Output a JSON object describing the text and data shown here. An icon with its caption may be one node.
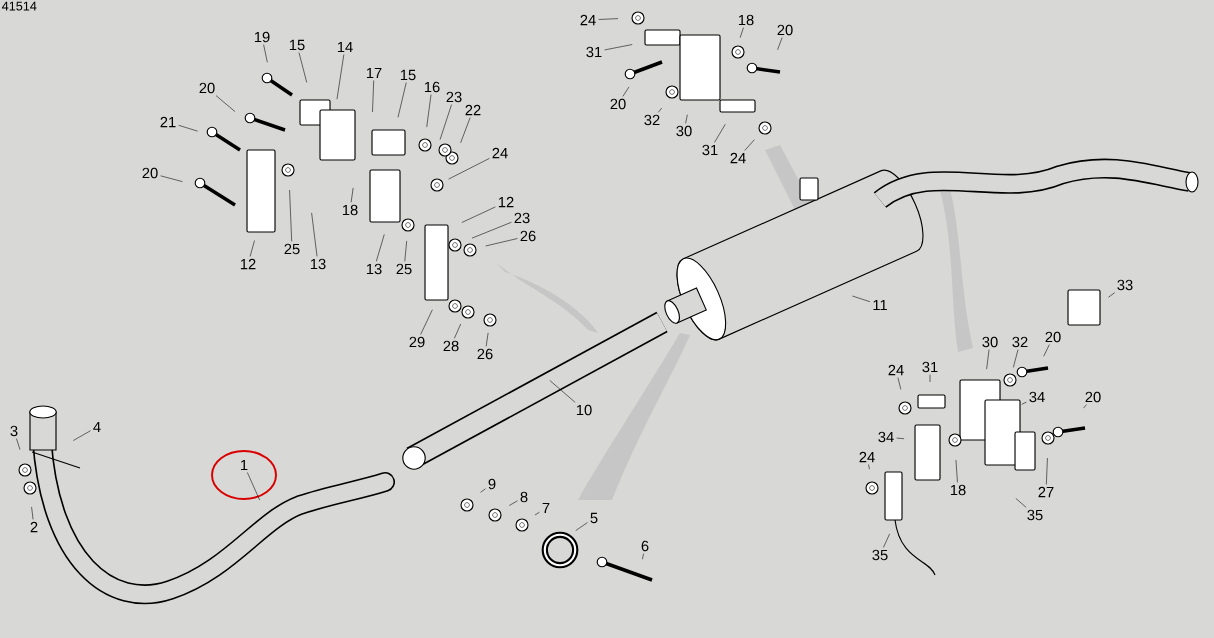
{
  "diagram": {
    "nodes": [
      {
        "text": [
          "19"
        ]
      },
      {
        "text": [
          "15"
        ]
      },
      {
        "text": [
          "14"
        ]
      },
      {
        "text": [
          "17"
        ]
      },
      {
        "text": [
          "15"
        ]
      },
      {
        "text": [
          "16"
        ]
      },
      {
        "text": [
          "23"
        ]
      },
      {
        "text": [
          "22"
        ]
      },
      {
        "text": [
          "20"
        ]
      },
      {
        "text": [
          "21"
        ]
      },
      {
        "text": [
          "20"
        ]
      },
      {
        "text": [
          "24"
        ]
      },
      {
        "text": [
          "12"
        ]
      },
      {
        "text": [
          "25"
        ]
      },
      {
        "text": [
          "13"
        ]
      },
      {
        "text": [
          "18"
        ]
      },
      {
        "text": [
          "13"
        ]
      },
      {
        "text": [
          "25"
        ]
      },
      {
        "text": [
          "12"
        ]
      },
      {
        "text": [
          "23"
        ]
      },
      {
        "text": [
          "26"
        ]
      },
      {
        "text": [
          "29"
        ]
      },
      {
        "text": [
          "28"
        ]
      },
      {
        "text": [
          "26"
        ]
      },
      {
        "text": [
          "10"
        ]
      },
      {
        "text": [
          "11"
        ]
      },
      {
        "text": [
          "9"
        ]
      },
      {
        "text": [
          "8"
        ]
      },
      {
        "text": [
          "7"
        ]
      },
      {
        "text": [
          "5"
        ]
      },
      {
        "text": [
          "6"
        ]
      },
      {
        "text": [
          "1"
        ]
      },
      {
        "text": [
          "3"
        ]
      },
      {
        "text": [
          "4"
        ]
      },
      {
        "text": [
          "2"
        ]
      },
      {
        "text": [
          "24"
        ]
      },
      {
        "text": [
          "31"
        ]
      },
      {
        "text": [
          "18"
        ]
      },
      {
        "text": [
          "20"
        ]
      },
      {
        "text": [
          "20"
        ]
      },
      {
        "text": [
          "32"
        ]
      },
      {
        "text": [
          "30"
        ]
      },
      {
        "text": [
          "31"
        ]
      },
      {
        "text": [
          "24"
        ]
      },
      {
        "text": [
          "33"
        ]
      },
      {
        "text": [
          "30"
        ]
      },
      {
        "text": [
          "32"
        ]
      },
      {
        "text": [
          "20"
        ]
      },
      {
        "text": [
          "31"
        ]
      },
      {
        "text": [
          "24"
        ]
      },
      {
        "text": [
          "34"
        ]
      },
      {
        "text": [
          "20"
        ]
      },
      {
        "text": [
          "34"
        ]
      },
      {
        "text": [
          "18"
        ]
      },
      {
        "text": [
          "27"
        ]
      },
      {
        "text": [
          "24"
        ]
      },
      {
        "text": [
          "35"
        ]
      },
      {
        "text": [
          "35"
        ]
      }
    ],
    "edges": [
      {
        "from": 0,
        "to": null,
        "arrow": "none"
      },
      {
        "from": 1,
        "to": null,
        "arrow": "none"
      },
      {
        "from": 2,
        "to": null,
        "arrow": "none"
      },
      {
        "from": 3,
        "to": null,
        "arrow": "none"
      },
      {
        "from": 4,
        "to": null,
        "arrow": "none"
      },
      {
        "from": 5,
        "to": null,
        "arrow": "none"
      },
      {
        "from": 6,
        "to": null,
        "arrow": "none"
      },
      {
        "from": 7,
        "to": null,
        "arrow": "none"
      },
      {
        "from": 8,
        "to": null,
        "arrow": "none"
      },
      {
        "from": 9,
        "to": null,
        "arrow": "none"
      },
      {
        "from": 10,
        "to": null,
        "arrow": "none"
      },
      {
        "from": 11,
        "to": null,
        "arrow": "none"
      },
      {
        "from": 12,
        "to": null,
        "arrow": "none"
      },
      {
        "from": 13,
        "to": null,
        "arrow": "none"
      },
      {
        "from": 14,
        "to": null,
        "arrow": "none"
      },
      {
        "from": 15,
        "to": null,
        "arrow": "none"
      },
      {
        "from": 16,
        "to": null,
        "arrow": "none"
      },
      {
        "from": 17,
        "to": null,
        "arrow": "none"
      },
      {
        "from": 18,
        "to": null,
        "arrow": "none"
      },
      {
        "from": 19,
        "to": null,
        "arrow": "none"
      },
      {
        "from": 20,
        "to": null,
        "arrow": "none"
      },
      {
        "from": 21,
        "to": null,
        "arrow": "none"
      },
      {
        "from": 22,
        "to": null,
        "arrow": "none"
      },
      {
        "from": 23,
        "to": null,
        "arrow": "none"
      },
      {
        "from": 24,
        "to": null,
        "arrow": "none"
      },
      {
        "from": 25,
        "to": null,
        "arrow": "none"
      },
      {
        "from": 26,
        "to": null,
        "arrow": "none"
      },
      {
        "from": 27,
        "to": null,
        "arrow": "none"
      },
      {
        "from": 28,
        "to": null,
        "arrow": "none"
      },
      {
        "from": 29,
        "to": null,
        "arrow": "none"
      },
      {
        "from": 30,
        "to": null,
        "arrow": "none"
      },
      {
        "from": 31,
        "to": null,
        "arrow": "none"
      },
      {
        "from": 32,
        "to": null,
        "arrow": "none"
      },
      {
        "from": 33,
        "to": null,
        "arrow": "none"
      },
      {
        "from": 34,
        "to": null,
        "arrow": "none"
      },
      {
        "from": 35,
        "to": null,
        "arrow": "none"
      },
      {
        "from": 36,
        "to": null,
        "arrow": "none"
      },
      {
        "from": 37,
        "to": null,
        "arrow": "none"
      },
      {
        "from": 38,
        "to": null,
        "arrow": "none"
      },
      {
        "from": 39,
        "to": null,
        "arrow": "none"
      },
      {
        "from": 40,
        "to": null,
        "arrow": "none"
      },
      {
        "from": 41,
        "to": null,
        "arrow": "none"
      },
      {
        "from": 42,
        "to": null,
        "arrow": "none"
      },
      {
        "from": 43,
        "to": null,
        "arrow": "none"
      },
      {
        "from": 44,
        "to": null,
        "arrow": "none"
      },
      {
        "from": 45,
        "to": null,
        "arrow": "none"
      },
      {
        "from": 46,
        "to": null,
        "arrow": "none"
      },
      {
        "from": 47,
        "to": null,
        "arrow": "none"
      },
      {
        "from": 48,
        "to": null,
        "arrow": "none"
      },
      {
        "from": 49,
        "to": null,
        "arrow": "none"
      },
      {
        "from": 50,
        "to": null,
        "arrow": "none"
      },
      {
        "from": 51,
        "to": null,
        "arrow": "none"
      },
      {
        "from": 52,
        "to": null,
        "arrow": "none"
      },
      {
        "from": 53,
        "to": null,
        "arrow": "none"
      },
      {
        "from": 54,
        "to": null,
        "arrow": "none"
      },
      {
        "from": 55,
        "to": null,
        "arrow": "none"
      },
      {
        "from": 56,
        "to": null,
        "arrow": "none"
      },
      {
        "from": 57,
        "to": null,
        "arrow": "none"
      }
    ],
    "labels": [
      "41514"
    ]
  }
}
